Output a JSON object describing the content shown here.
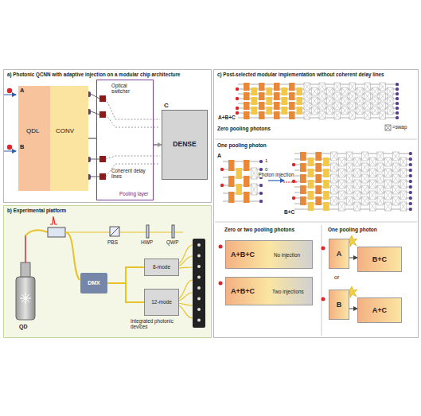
{
  "diagram": {
    "nodes": [
      {
        "text": [
          "a) Photonic QCNN with adaptive injection on a modular chip architecture"
        ]
      },
      {
        "text": [
          "QDL"
        ],
        "in": 0
      },
      {
        "text": [
          "CONV"
        ],
        "in": 0
      },
      {
        "text": [
          "Pooling layer"
        ],
        "in": 0
      },
      {
        "text": [
          "C",
          "DENSE"
        ],
        "in": 0
      },
      {
        "text": [
          "b) Experimental platform"
        ]
      },
      {
        "text": [
          "DMX"
        ],
        "in": 5
      },
      {
        "text": [
          "8-mode"
        ],
        "in": 5
      },
      {
        "text": [
          "12-mode"
        ],
        "in": 5
      },
      {
        "text": [
          "c) Post-selected modular implementation without coherent delay lines"
        ]
      },
      {
        "text": [
          "A+B+C"
        ],
        "in": 9
      },
      {
        "text": [
          "A"
        ],
        "in": 9
      },
      {
        "text": [
          "B+C"
        ],
        "in": 9
      },
      {
        "text": [
          "A+B+C",
          "No injection"
        ],
        "in": 9
      },
      {
        "text": [
          "A+B+C",
          "Two injections"
        ],
        "in": 9
      },
      {
        "text": [
          "A"
        ],
        "in": 9
      },
      {
        "text": [
          "B+C"
        ],
        "in": 9
      },
      {
        "text": [
          "B"
        ],
        "in": 9
      },
      {
        "text": [
          "A+C"
        ],
        "in": 9
      }
    ],
    "edges": [
      {
        "from": 2,
        "to": 3,
        "arrow": "none"
      },
      {
        "from": 3,
        "to": 4,
        "arrow": "to"
      },
      {
        "from": 6,
        "to": 7,
        "arrow": "none"
      },
      {
        "from": 6,
        "to": 8,
        "arrow": "none"
      },
      {
        "from": 11,
        "to": 12,
        "label": "Photon injection",
        "arrow": "to"
      },
      {
        "from": 15,
        "to": 16,
        "arrow": "to"
      },
      {
        "from": 17,
        "to": 18,
        "arrow": "to"
      }
    ],
    "labels": [
      "A",
      "B",
      "Optical switcher",
      "Coherent delay lines",
      "PBS",
      "HWP",
      "QWP",
      "QD",
      "Integrated photonic devices",
      "Zero pooling photons",
      "=swap",
      "One pooling photon",
      "1",
      "0",
      "Zero or two pooling photons",
      "One pooling photon",
      "or"
    ]
  }
}
